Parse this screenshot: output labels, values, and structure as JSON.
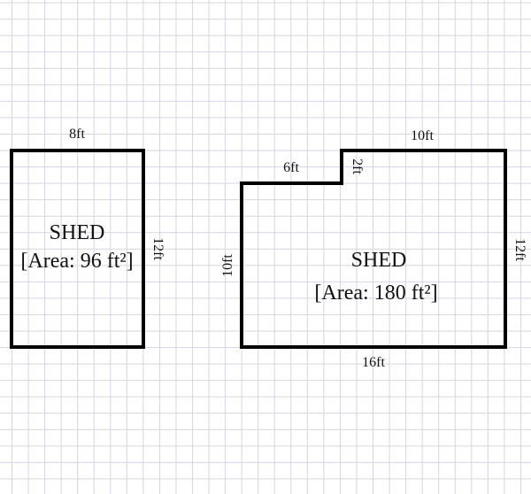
{
  "shapes": [
    {
      "name": "SHED",
      "area": "[Area: 96 ft²]",
      "labels": {
        "top": "8ft",
        "right": "12ft"
      }
    },
    {
      "name": "SHED",
      "area": "[Area: 180 ft²]",
      "labels": {
        "step_top": "6ft",
        "step_height": "2ft",
        "top": "10ft",
        "left": "10ft",
        "right": "12ft",
        "bottom": "16ft"
      }
    }
  ],
  "colors": {
    "outline": "#000000",
    "grid": "#d4d4e4"
  }
}
